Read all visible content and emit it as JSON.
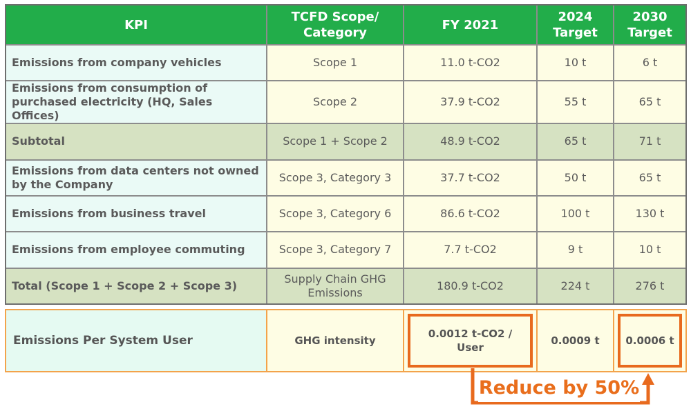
{
  "headers": {
    "kpi": "KPI",
    "scope": "TCFD Scope/ Category",
    "fy": "FY 2021",
    "t2024": "2024 Target",
    "t2030": "2030 Target"
  },
  "rows": [
    {
      "kpi": "Emissions from company vehicles",
      "scope": "Scope 1",
      "fy": "11.0 t-CO2",
      "t2024": "10 t",
      "t2030": "6 t"
    },
    {
      "kpi": "Emissions from consumption of purchased electricity (HQ, Sales Offices)",
      "scope": "Scope 2",
      "fy": "37.9 t-CO2",
      "t2024": "55 t",
      "t2030": "65 t"
    },
    {
      "kpi": "Subtotal",
      "scope": "Scope 1 + Scope 2",
      "fy": "48.9 t-CO2",
      "t2024": "65 t",
      "t2030": "71 t"
    },
    {
      "kpi": "Emissions from data centers not owned by the Company",
      "scope": "Scope 3, Category 3",
      "fy": "37.7 t-CO2",
      "t2024": "50 t",
      "t2030": "65 t"
    },
    {
      "kpi": "Emissions from business travel",
      "scope": "Scope 3, Category 6",
      "fy": "86.6 t-CO2",
      "t2024": "100 t",
      "t2030": "130 t"
    },
    {
      "kpi": "Emissions from employee commuting",
      "scope": "Scope 3, Category 7",
      "fy": "7.7 t-CO2",
      "t2024": "9 t",
      "t2030": "10 t"
    },
    {
      "kpi": "Total (Scope 1 + Scope 2 + Scope 3)",
      "scope": "Supply Chain GHG Emissions",
      "fy": "180.9 t-CO2",
      "t2024": "224 t",
      "t2030": "276 t"
    }
  ],
  "intensity": {
    "kpi": "Emissions Per System User",
    "scope": "GHG intensity",
    "fy": "0.0012 t-CO2 / User",
    "t2024": "0.0009 t",
    "t2030": "0.0006 t"
  },
  "callout": "Reduce by 50%",
  "colors": {
    "header_green": "#22ad4a",
    "kpi_cell": "#eafaf6",
    "value_cell": "#fefde4",
    "subtotal": "#d6e2c2",
    "highlight_orange": "#e86a1e",
    "row_border_orange": "#f3a34b"
  }
}
